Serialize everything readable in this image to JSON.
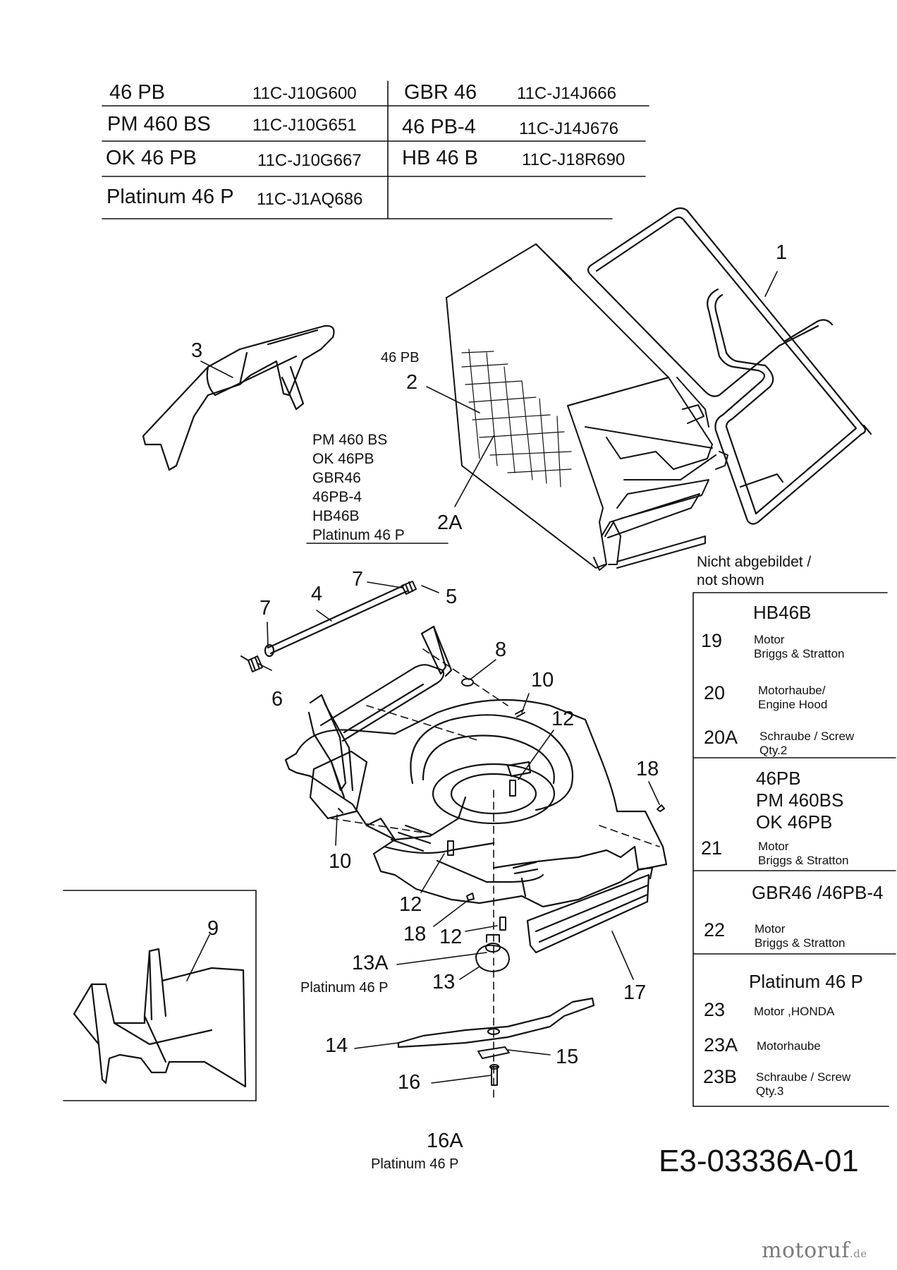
{
  "models_table": {
    "rows": [
      {
        "left_model": "46 PB",
        "left_code": "11C-J10G600",
        "right_model": "GBR 46",
        "right_code": "11C-J14J666"
      },
      {
        "left_model": "PM 460 BS",
        "left_code": "11C-J10G651",
        "right_model": "46 PB-4",
        "right_code": "11C-J14J676"
      },
      {
        "left_model": "OK 46 PB",
        "left_code": "11C-J10G667",
        "right_model": "HB 46 B",
        "right_code": "11C-J18R690"
      },
      {
        "left_model": "Platinum 46 P",
        "left_code": "11C-J1AQ686",
        "right_model": "",
        "right_code": ""
      }
    ]
  },
  "callouts": {
    "n1": "1",
    "n2": "2",
    "n2A": "2A",
    "n3": "3",
    "n4": "4",
    "n5": "5",
    "n6": "6",
    "n7a": "7",
    "n7b": "7",
    "n8": "8",
    "n9": "9",
    "n10a": "10",
    "n10b": "10",
    "n12a": "12",
    "n12b": "12",
    "n12c": "12",
    "n13": "13",
    "n13A": "13A",
    "n14": "14",
    "n15": "15",
    "n16": "16",
    "n16A": "16A",
    "n17": "17",
    "n18a": "18",
    "n18b": "18"
  },
  "labels": {
    "bag_46pb": "46 PB",
    "bag_models": "PM 460 BS\nOK 46PB\nGBR46\n46PB-4\nHB46B\nPlatinum 46 P",
    "platinum_13A": "Platinum 46 P",
    "platinum_16A": "Platinum 46 P",
    "not_shown": "Nicht abgebildet /\nnot shown"
  },
  "not_shown_table": {
    "sections": [
      {
        "heading": "HB46B",
        "items": [
          {
            "num": "19",
            "desc": "Motor\nBriggs & Stratton"
          },
          {
            "num": "20",
            "desc": "Motorhaube/\nEngine Hood"
          },
          {
            "num": "20A",
            "desc": "Schraube / Screw\nQty.2"
          }
        ]
      },
      {
        "heading": "46PB\nPM 460BS\nOK 46PB",
        "items": [
          {
            "num": "21",
            "desc": "Motor\nBriggs & Stratton"
          }
        ]
      },
      {
        "heading": "GBR46 /46PB-4",
        "items": [
          {
            "num": "22",
            "desc": "Motor\nBriggs & Stratton"
          }
        ]
      },
      {
        "heading": "Platinum 46 P",
        "items": [
          {
            "num": "23",
            "desc": "Motor ,HONDA"
          },
          {
            "num": "23A",
            "desc": "Motorhaube"
          },
          {
            "num": "23B",
            "desc": "Schraube / Screw\nQty.3"
          }
        ]
      }
    ]
  },
  "document_id": "E3-03336A-01",
  "logo": {
    "name": "motoruf",
    "tld": ".de",
    "accent": "#d39a2a"
  }
}
